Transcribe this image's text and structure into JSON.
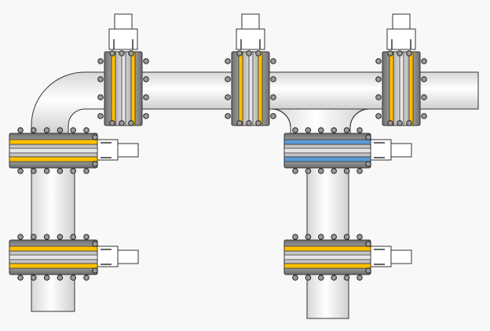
{
  "colors": {
    "background": "#f8f8f8",
    "pipe_fill": "#f4f4f4",
    "pipe_stroke": "#333333",
    "gasket_yellow": "#ffc000",
    "gasket_blue": "#5b9bd5",
    "flange_steel": "#a8a8a8",
    "actuator_fill": "#ffffff"
  },
  "components": {
    "top_valves": [
      {
        "name": "top-valve-left",
        "gasket": "yellow"
      },
      {
        "name": "top-valve-middle",
        "gasket": "yellow"
      },
      {
        "name": "top-valve-right",
        "gasket": "yellow"
      }
    ],
    "side_valves": [
      {
        "name": "side-valve-left-upper",
        "gasket": "yellow"
      },
      {
        "name": "side-valve-right-upper",
        "gasket": "blue"
      },
      {
        "name": "side-valve-left-lower",
        "gasket": "yellow"
      },
      {
        "name": "side-valve-right-lower",
        "gasket": "yellow"
      }
    ]
  }
}
